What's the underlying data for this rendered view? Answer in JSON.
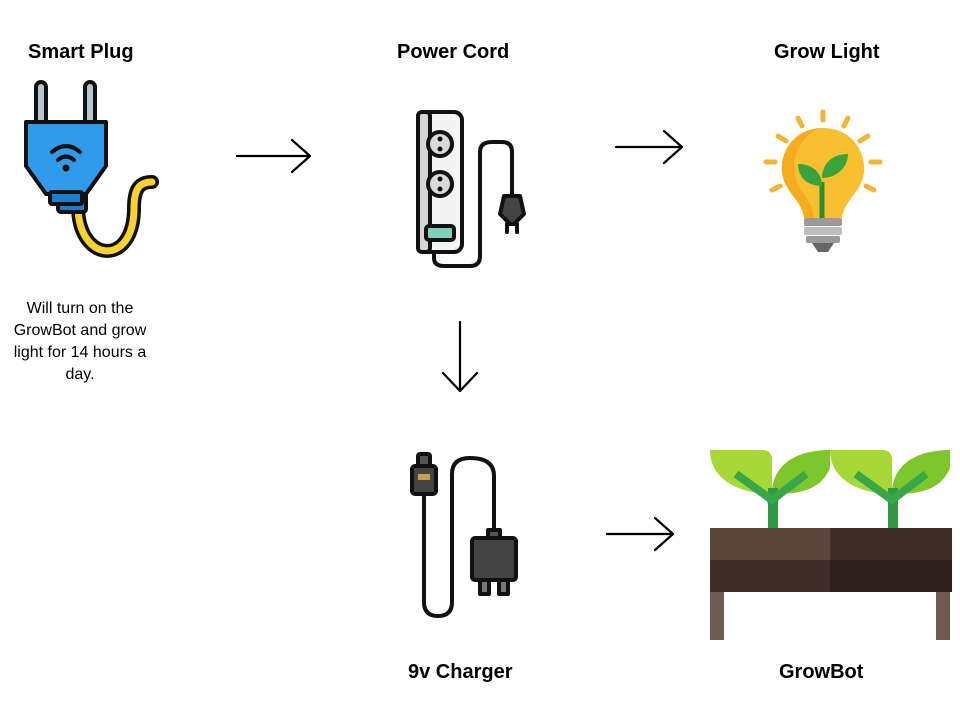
{
  "nodes": {
    "smart_plug": {
      "title": "Smart Plug",
      "description": "Will turn on the GrowBot and grow light for 14 hours a day."
    },
    "power_cord": {
      "title": "Power Cord"
    },
    "grow_light": {
      "title": "Grow Light"
    },
    "charger": {
      "title": "9v Charger"
    },
    "growbot": {
      "title": "GrowBot"
    }
  },
  "edges": [
    {
      "from": "smart_plug",
      "to": "power_cord"
    },
    {
      "from": "power_cord",
      "to": "grow_light"
    },
    {
      "from": "power_cord",
      "to": "charger"
    },
    {
      "from": "charger",
      "to": "growbot"
    }
  ],
  "icons": {
    "smart_plug": "smart-plug-icon",
    "power_cord": "power-strip-icon",
    "grow_light": "light-bulb-sprout-icon",
    "charger": "charger-icon",
    "growbot": "planter-box-icon"
  },
  "colors": {
    "plug_blue": "#2F9BEA",
    "cable_yellow": "#F8D230",
    "bulb_yellow": "#F8C030",
    "leaf_green": "#7DC62B",
    "soil_brown": "#5A4238"
  }
}
